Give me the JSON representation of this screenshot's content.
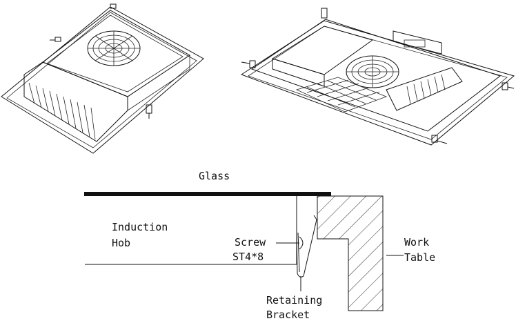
{
  "labels": {
    "glass": "Glass",
    "induction_line1": "Induction",
    "induction_line2": "Hob",
    "screw_line1": "Screw",
    "screw_line2": "ST4*8",
    "worktable_line1": "Work",
    "worktable_line2": "Table",
    "bracket_line1": "Retaining",
    "bracket_line2": "Bracket"
  }
}
